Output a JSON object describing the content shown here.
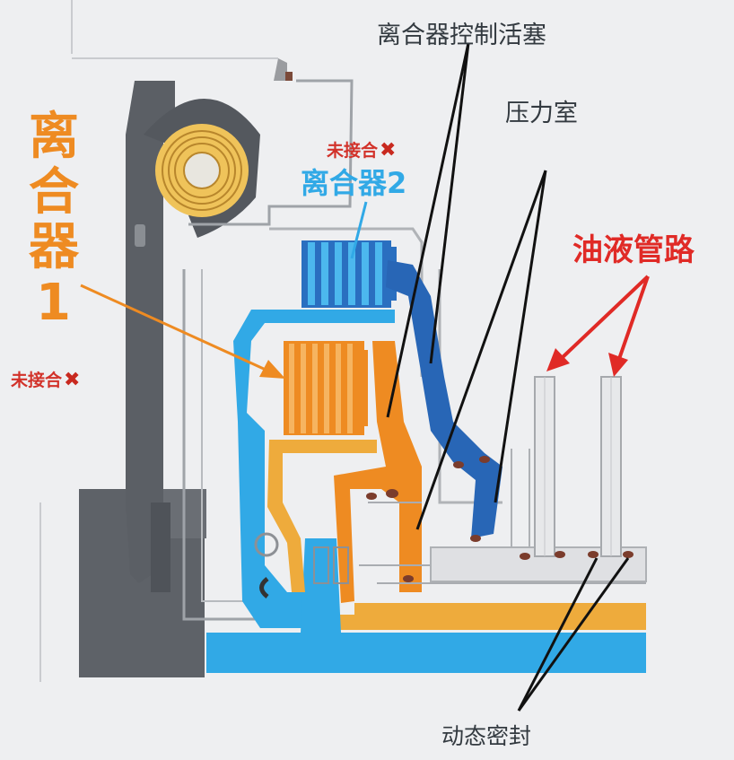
{
  "labels": {
    "control_piston": "离合器控制活塞",
    "pressure_chamber": "压力室",
    "not_engaged_top": "未接合",
    "clutch2": "离合器2",
    "oil_lines": "油液管路",
    "clutch1_chars": [
      "离",
      "合",
      "器",
      "1"
    ],
    "not_engaged_left": "未接合",
    "dynamic_seal": "动态密封"
  },
  "icons": {
    "status_x": "close-x-icon"
  },
  "colors": {
    "clutch1_orange": "#ee8b22",
    "clutch2_blue": "#31a9e6",
    "piston_dark_blue": "#2866b6",
    "label_red": "#e02a26",
    "leader_black": "#111111",
    "housing_gray": "#5e6268"
  }
}
